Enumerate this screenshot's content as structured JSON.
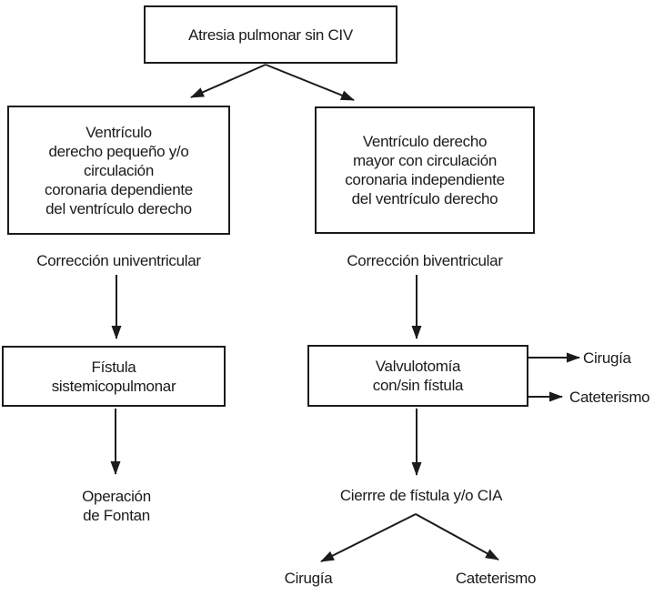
{
  "page": {
    "background_color": "#ffffff",
    "ink_color": "#1b1b1b"
  },
  "flowchart": {
    "root": {
      "label": "Atresia pulmonar sin CIV"
    },
    "branch_left": {
      "condition": "Ventrículo\nderecho pequeño y/o\ncirculación\ncoronaria dependiente\ndel ventrículo derecho",
      "strategy": "Corrección univentricular",
      "procedure": "Fístula\nsistemicopulmonar",
      "outcome": "Operación\nde Fontan"
    },
    "branch_right": {
      "condition": "Ventrículo derecho\nmayor con circulación\ncoronaria independiente\ndel ventrículo derecho",
      "strategy": "Corrección biventricular",
      "procedure": "Valvulotomía\ncon/sin fístula",
      "procedure_option_surgery": "Cirugía",
      "procedure_option_catheterism": "Cateterismo",
      "followup": "Cierrre de fístula y/o CIA",
      "followup_option_surgery": "Cirugía",
      "followup_option_catheterism": "Cateterismo"
    }
  }
}
